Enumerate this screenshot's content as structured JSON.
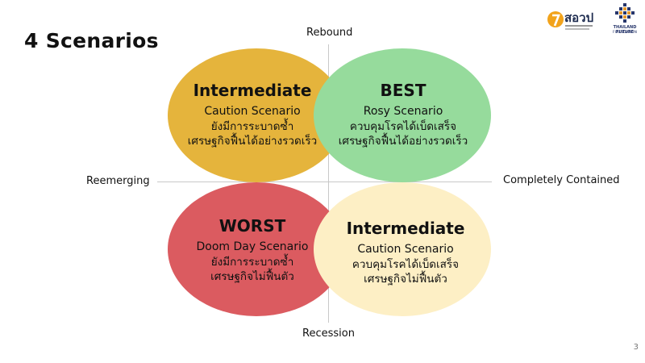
{
  "title": "4 Scenarios",
  "axes": {
    "top": "Rebound",
    "bottom": "Recession",
    "left": "Reemerging",
    "right": "Completely Contained"
  },
  "quadrants": {
    "top_left": {
      "heading": "Intermediate",
      "subtitle": "Caution Scenario",
      "line1": "ยังมีการระบาดซ้ำ",
      "line2": "เศรษฐกิจฟื้นได้อย่างรวดเร็ว",
      "color": "#E5B43C"
    },
    "top_right": {
      "heading": "BEST",
      "subtitle": "Rosy Scenario",
      "line1": "ควบคุมโรคได้เบ็ดเสร็จ",
      "line2": "เศรษฐกิจฟื้นได้อย่างรวดเร็ว",
      "color": "#96DB9C"
    },
    "bottom_left": {
      "heading": "WORST",
      "subtitle": "Doom Day Scenario",
      "line1": "ยังมีการระบาดซ้ำ",
      "line2": "เศรษฐกิจไม่ฟื้นตัว",
      "color": "#DB5B60"
    },
    "bottom_right": {
      "heading": "Intermediate",
      "subtitle": "Caution Scenario",
      "line1": "ควบคุมโรคได้เบ็ดเสร็จ",
      "line2": "เศรษฐกิจไม่ฟื้นตัว",
      "color": "#FDEFC5"
    }
  },
  "logos": {
    "logo1_text": "สอวป",
    "logo2_text": "THAILAND FUTURE",
    "logo2_sub": "FOUNDATION"
  },
  "page_number": "3"
}
